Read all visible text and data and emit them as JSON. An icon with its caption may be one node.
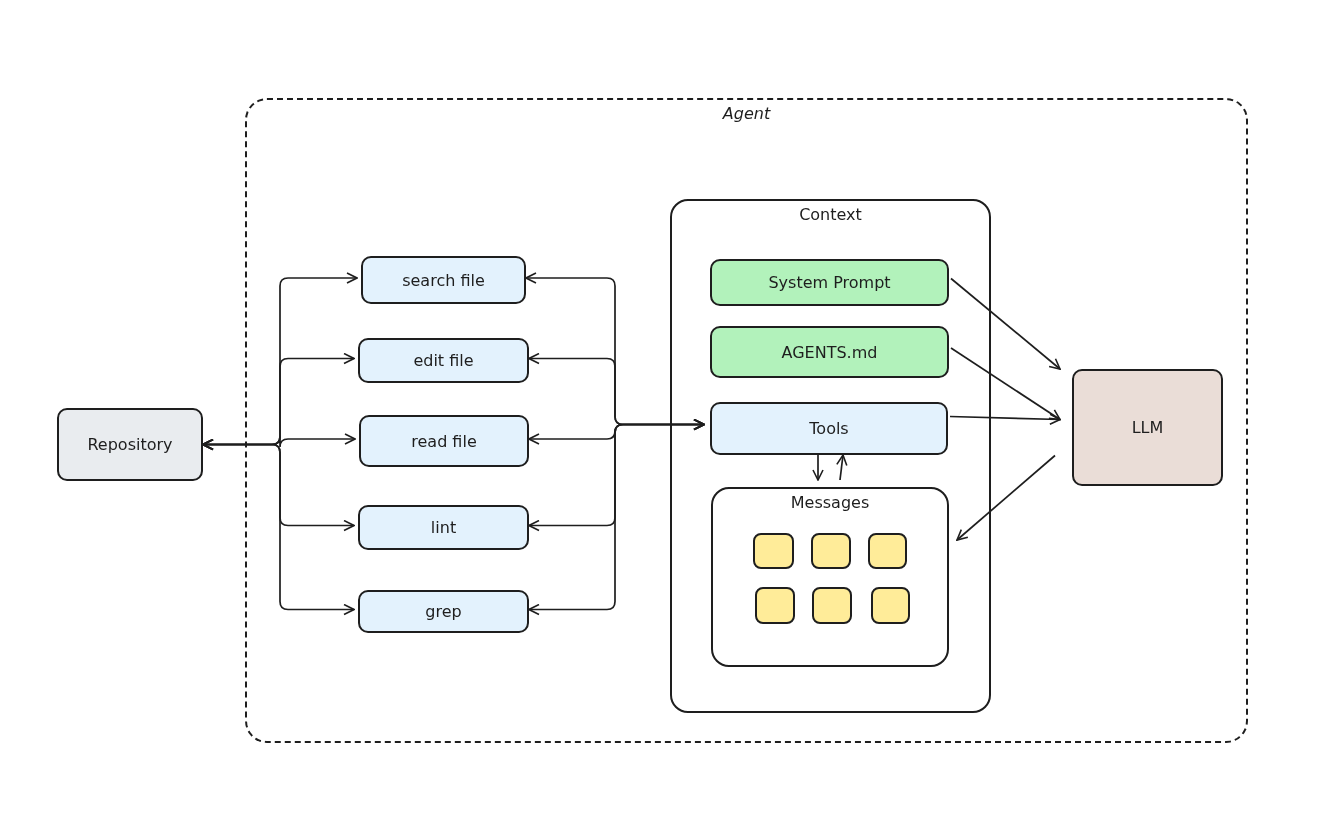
{
  "diagram": {
    "nodes": [
      {
        "text": [
          "Agent"
        ]
      },
      {
        "text": [
          "Repository"
        ]
      },
      {
        "text": [
          "search file"
        ],
        "in": 0
      },
      {
        "text": [
          "edit file"
        ],
        "in": 0
      },
      {
        "text": [
          "read file"
        ],
        "in": 0
      },
      {
        "text": [
          "lint"
        ],
        "in": 0
      },
      {
        "text": [
          "grep"
        ],
        "in": 0
      },
      {
        "text": [
          "Context"
        ],
        "in": 0
      },
      {
        "text": [
          "System Prompt"
        ],
        "in": 7
      },
      {
        "text": [
          "AGENTS.md"
        ],
        "in": 7
      },
      {
        "text": [
          "Tools"
        ],
        "in": 7
      },
      {
        "text": [
          "Messages"
        ],
        "in": 7
      },
      {
        "text": [],
        "shape": "box",
        "in": 11
      },
      {
        "text": [],
        "shape": "box",
        "in": 11
      },
      {
        "text": [],
        "shape": "box",
        "in": 11
      },
      {
        "text": [],
        "shape": "box",
        "in": 11
      },
      {
        "text": [],
        "shape": "box",
        "in": 11
      },
      {
        "text": [],
        "shape": "box",
        "in": 11
      },
      {
        "text": [
          "LLM"
        ],
        "in": 0
      }
    ],
    "edges": [
      {
        "from": 1,
        "to": 2,
        "arrow": "both"
      },
      {
        "from": 1,
        "to": 3,
        "arrow": "both"
      },
      {
        "from": 1,
        "to": 4,
        "arrow": "both"
      },
      {
        "from": 1,
        "to": 5,
        "arrow": "both"
      },
      {
        "from": 1,
        "to": 6,
        "arrow": "both"
      },
      {
        "from": 2,
        "to": 10,
        "arrow": "both"
      },
      {
        "from": 3,
        "to": 10,
        "arrow": "both"
      },
      {
        "from": 4,
        "to": 10,
        "arrow": "both"
      },
      {
        "from": 5,
        "to": 10,
        "arrow": "both"
      },
      {
        "from": 6,
        "to": 10,
        "arrow": "both"
      },
      {
        "from": 8,
        "to": 18,
        "arrow": "to"
      },
      {
        "from": 9,
        "to": 18,
        "arrow": "to"
      },
      {
        "from": 10,
        "to": 18,
        "arrow": "to"
      },
      {
        "from": 18,
        "to": 11,
        "arrow": "to"
      },
      {
        "from": 10,
        "to": 11,
        "arrow": "to"
      },
      {
        "from": 11,
        "to": 10,
        "arrow": "to"
      }
    ]
  }
}
